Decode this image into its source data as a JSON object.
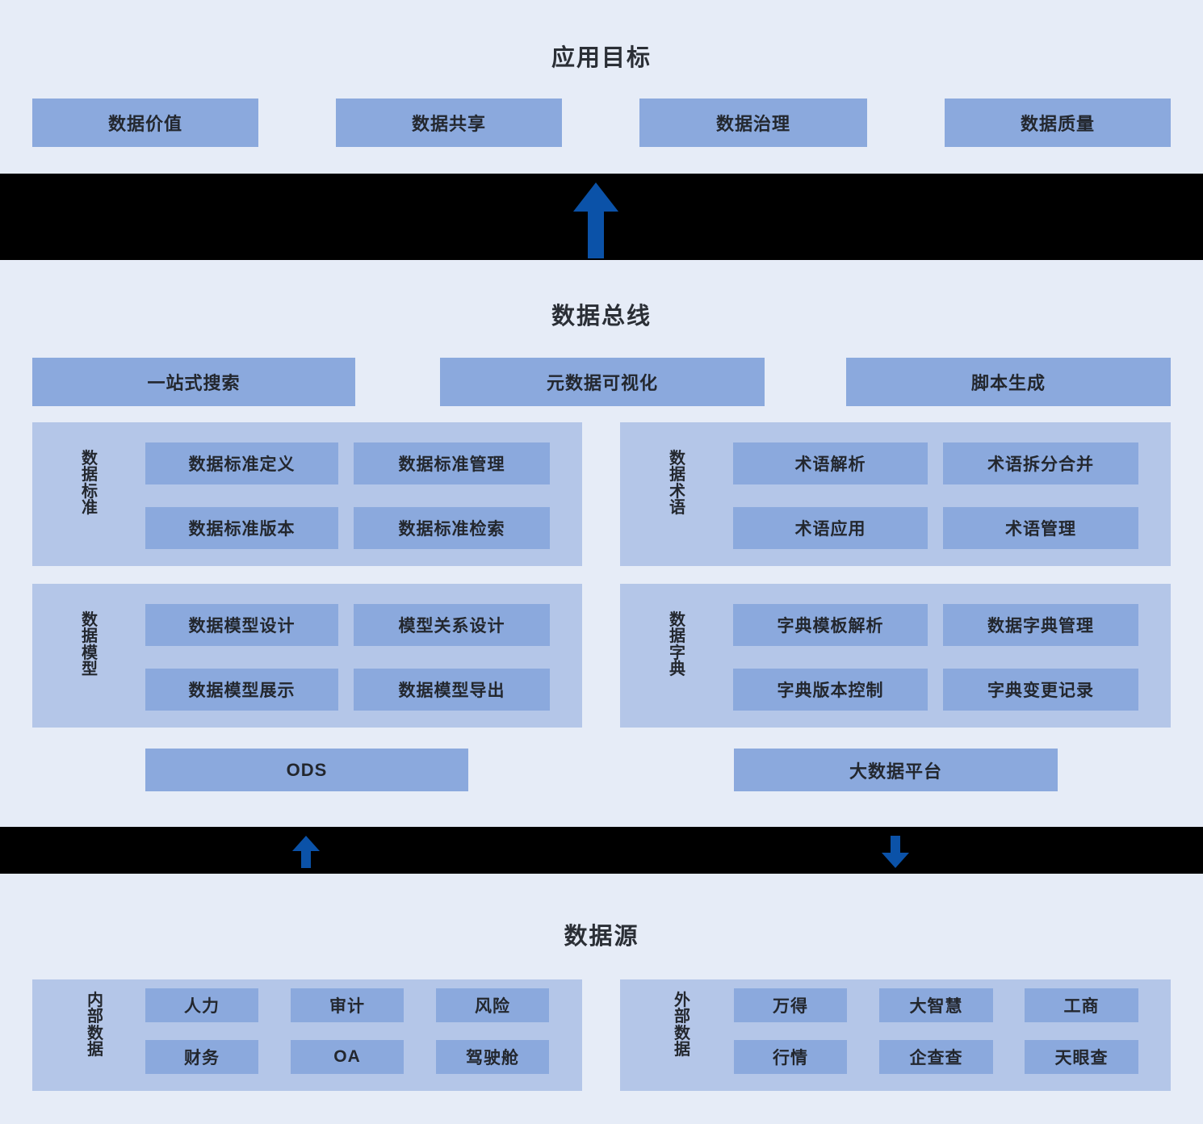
{
  "colors": {
    "background": "#e6ecf7",
    "tile": "#8ba9dd",
    "panel": "#b4c6e8",
    "band": "#000000",
    "arrow": "#0b52a8",
    "text": "#23272e"
  },
  "sections": {
    "application_goal": {
      "title": "应用目标",
      "tiles": [
        {
          "label": "数据价值"
        },
        {
          "label": "数据共享"
        },
        {
          "label": "数据治理"
        },
        {
          "label": "数据质量"
        }
      ]
    },
    "data_bus": {
      "title": "数据总线",
      "top_tiles": [
        {
          "label": "一站式搜索"
        },
        {
          "label": "元数据可视化"
        },
        {
          "label": "脚本生成"
        }
      ],
      "groups": [
        {
          "name": "data-standard",
          "label": "数据标准",
          "items": [
            "数据标准定义",
            "数据标准管理",
            "数据标准版本",
            "数据标准检索"
          ]
        },
        {
          "name": "data-term",
          "label": "数据术语",
          "items": [
            "术语解析",
            "术语拆分合并",
            "术语应用",
            "术语管理"
          ]
        },
        {
          "name": "data-model",
          "label": "数据模型",
          "items": [
            "数据模型设计",
            "模型关系设计",
            "数据模型展示",
            "数据模型导出"
          ]
        },
        {
          "name": "data-dictionary",
          "label": "数据字典",
          "items": [
            "字典模板解析",
            "数据字典管理",
            "字典版本控制",
            "字典变更记录"
          ]
        }
      ],
      "storage_tiles": [
        {
          "label": "ODS"
        },
        {
          "label": "大数据平台"
        }
      ]
    },
    "data_source": {
      "title": "数据源",
      "groups": [
        {
          "name": "internal-data",
          "label": "内部数据",
          "items": [
            "人力",
            "审计",
            "风险",
            "财务",
            "OA",
            "驾驶舱"
          ]
        },
        {
          "name": "external-data",
          "label": "外部数据",
          "items": [
            "万得",
            "大智慧",
            "工商",
            "行情",
            "企查查",
            "天眼查"
          ]
        }
      ]
    }
  },
  "connectors": [
    {
      "name": "arrow-up-to-application-goal",
      "direction": "up"
    },
    {
      "name": "arrow-up-from-data-source",
      "direction": "up"
    },
    {
      "name": "arrow-down-to-data-source",
      "direction": "down"
    }
  ]
}
